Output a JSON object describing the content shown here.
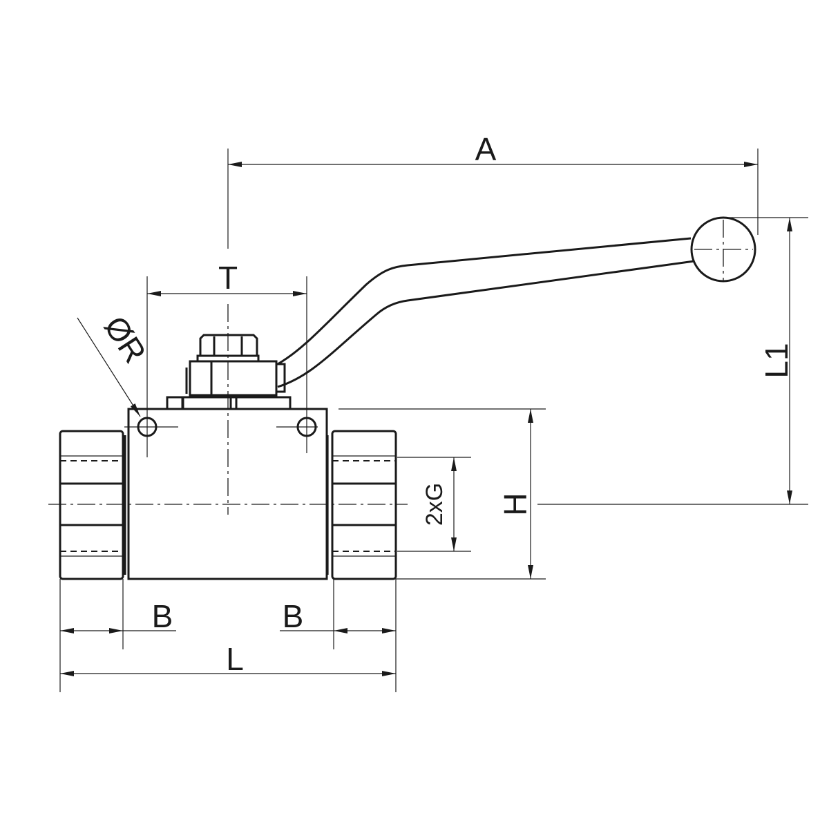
{
  "drawing": {
    "title": "Ball valve dimension drawing",
    "labels": {
      "A": "A",
      "T": "T",
      "R": "ØR",
      "L1": "L1",
      "H": "H",
      "G": "2xG",
      "B_left": "B",
      "B_right": "B",
      "L": "L"
    },
    "line_color": "#1a1a1a"
  }
}
